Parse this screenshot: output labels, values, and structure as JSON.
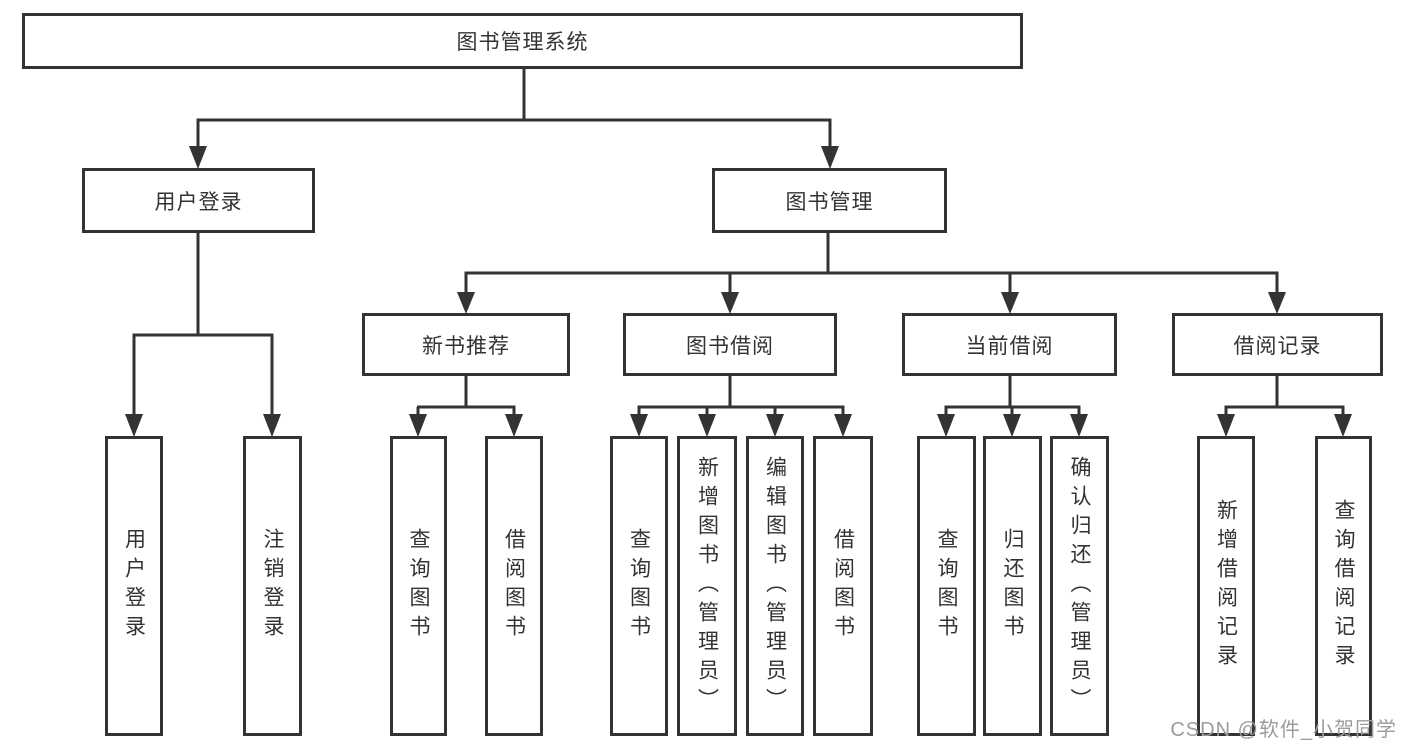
{
  "diagram": {
    "root": {
      "label": "图书管理系统"
    },
    "branches": [
      {
        "label": "用户登录",
        "children": [
          {
            "label": "用户登录"
          },
          {
            "label": "注销登录"
          }
        ]
      },
      {
        "label": "图书管理",
        "children": [
          {
            "label": "新书推荐",
            "children": [
              {
                "label": "查询图书"
              },
              {
                "label": "借阅图书"
              }
            ]
          },
          {
            "label": "图书借阅",
            "children": [
              {
                "label": "查询图书"
              },
              {
                "label": "新增图书（管理员）"
              },
              {
                "label": "编辑图书（管理员）"
              },
              {
                "label": "借阅图书"
              }
            ]
          },
          {
            "label": "当前借阅",
            "children": [
              {
                "label": "查询图书"
              },
              {
                "label": "归还图书"
              },
              {
                "label": "确认归还（管理员）"
              }
            ]
          },
          {
            "label": "借阅记录",
            "children": [
              {
                "label": "新增借阅记录"
              },
              {
                "label": "查询借阅记录"
              }
            ]
          }
        ]
      }
    ]
  },
  "watermark": "CSDN @软件_小贺同学",
  "colors": {
    "line": "#333333",
    "box_border": "#333333",
    "text": "#333333",
    "watermark_text": "#9c9c9c",
    "background": "#ffffff"
  }
}
